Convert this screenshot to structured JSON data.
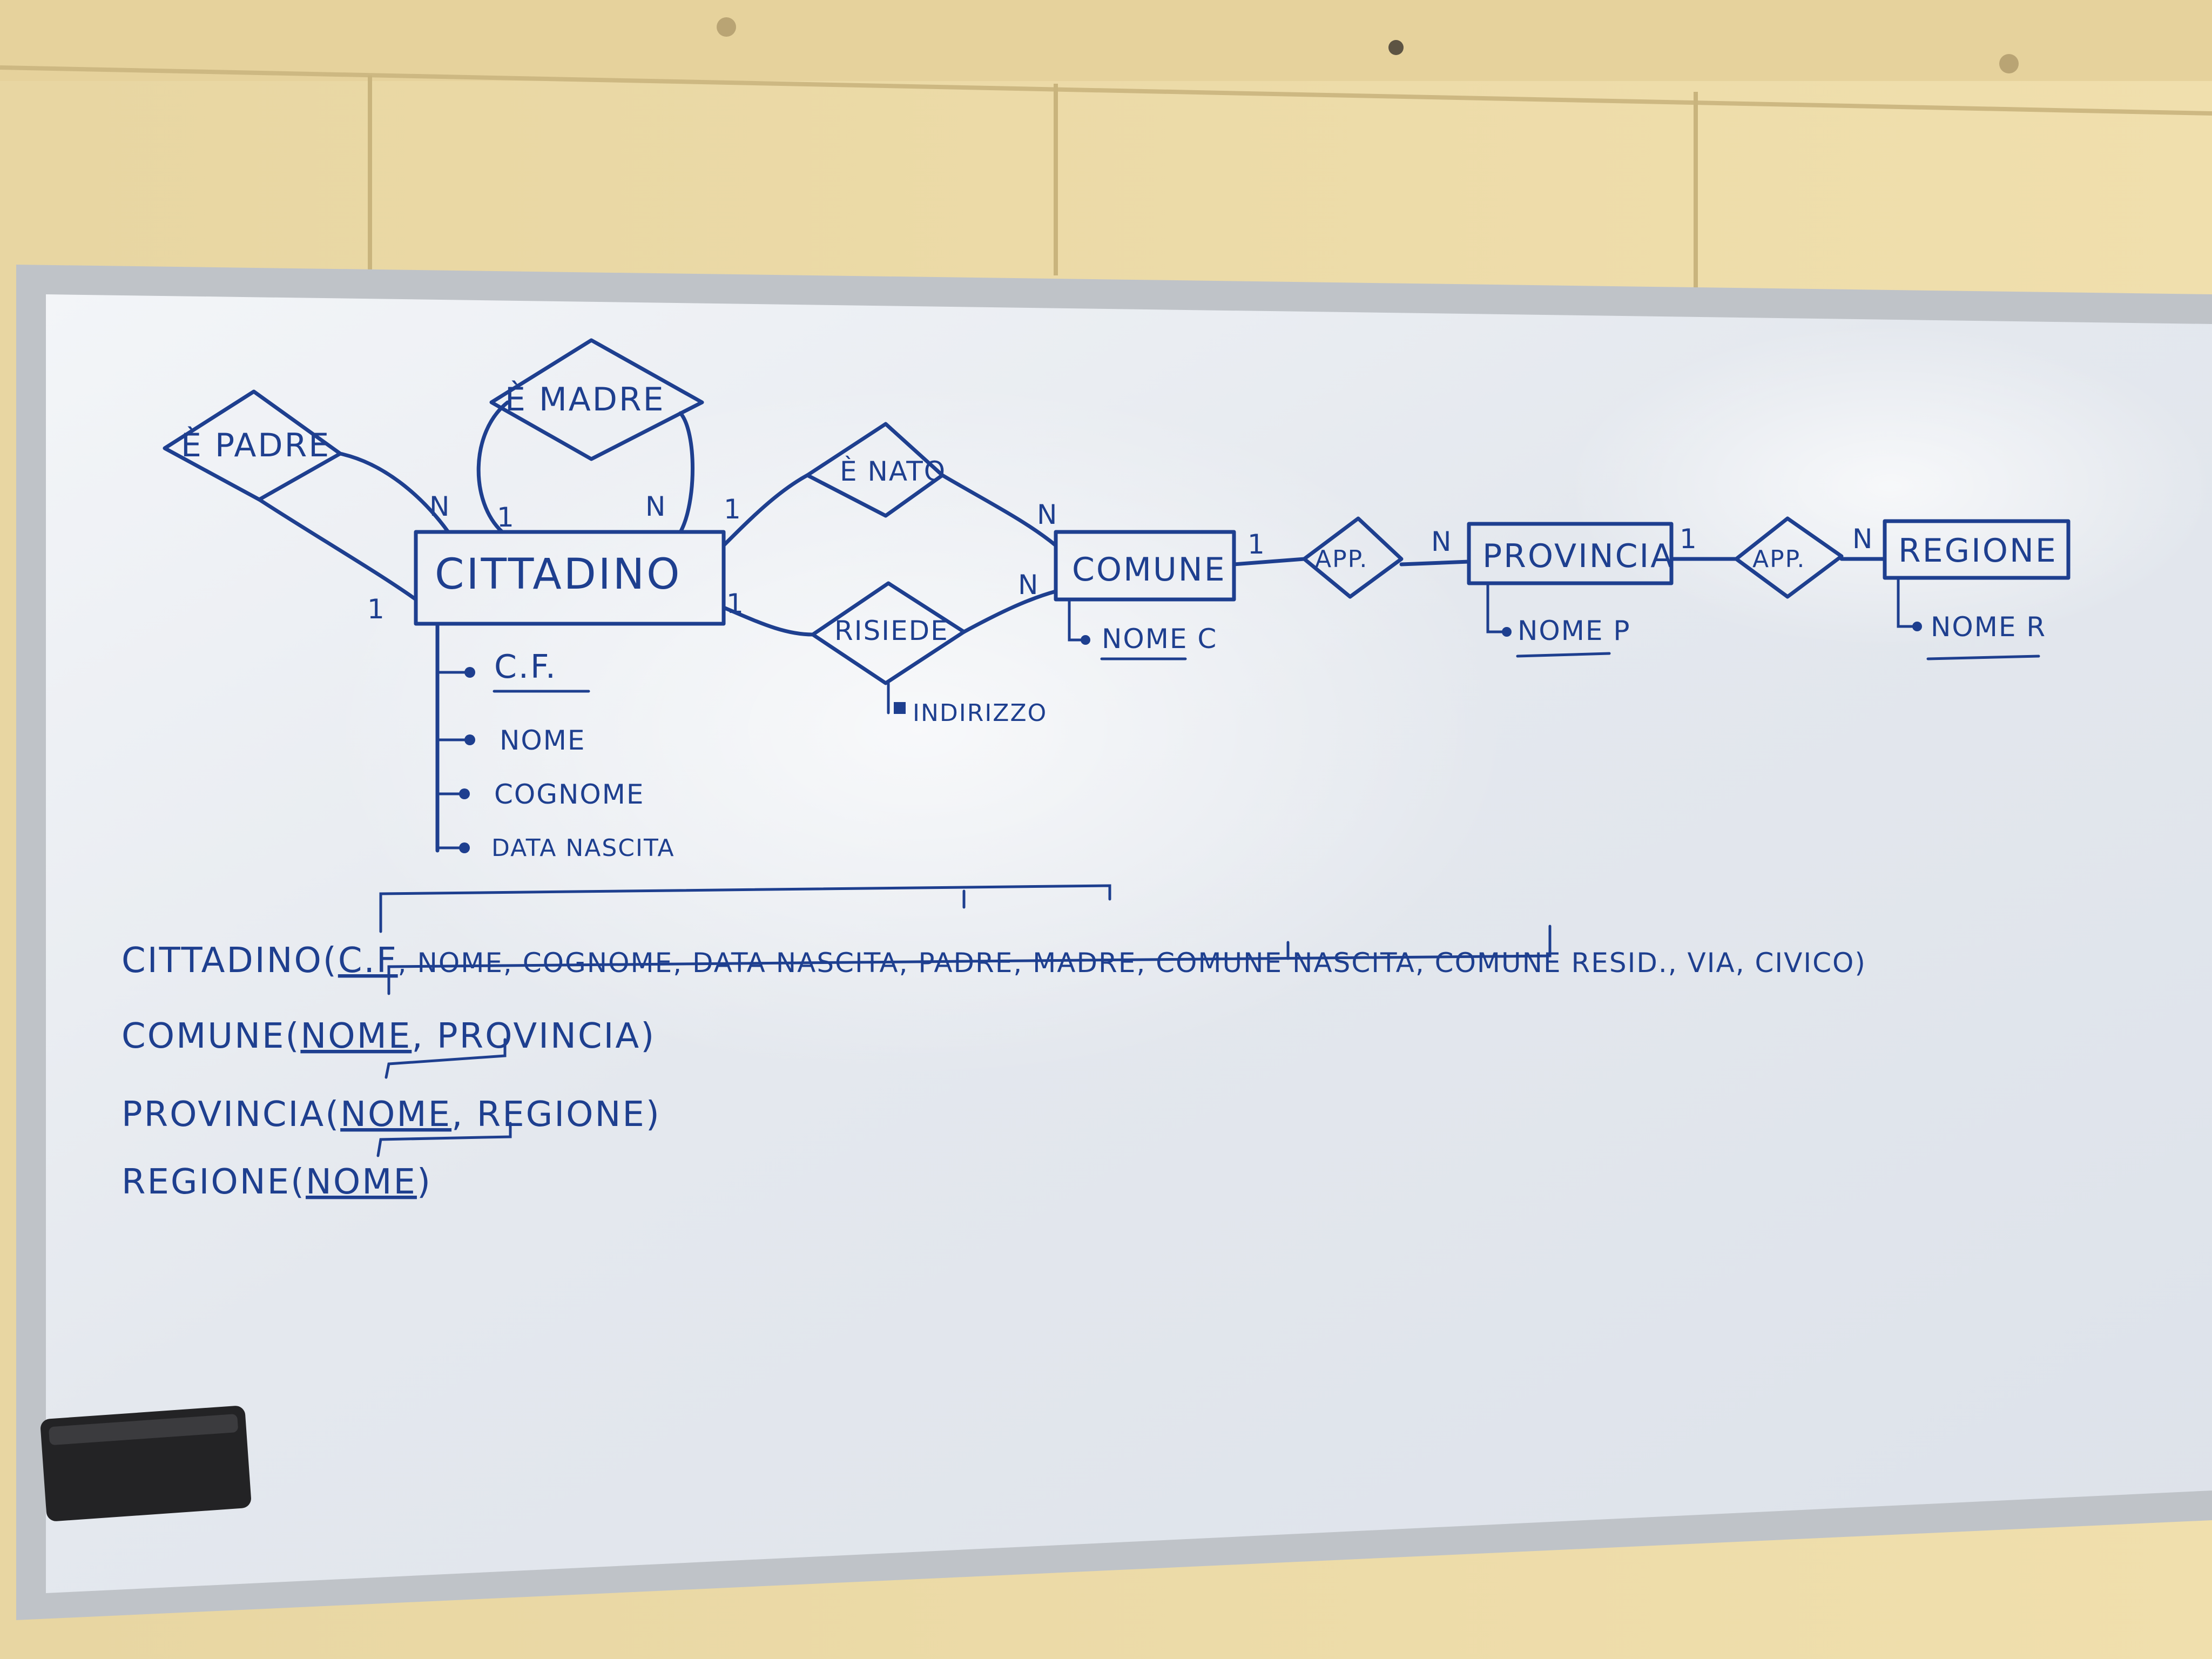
{
  "whiteboard": {
    "er_diagram": {
      "entities": {
        "cittadino": "CITTADINO",
        "comune": "COMUNE",
        "provincia": "PROVINCIA",
        "regione": "REGIONE"
      },
      "relationships": {
        "e_padre": "È PADRE",
        "e_madre": "È MADRE",
        "e_nato": "È NATO",
        "risiede": "RISIEDE",
        "app_comune_provincia": "APP.",
        "app_provincia_regione": "APP."
      },
      "cardinalities": {
        "padre_to_cittadino_n": "N",
        "padre_to_cittadino_1": "1",
        "madre_1": "1",
        "madre_n": "N",
        "nato_cittadino_1": "1",
        "nato_comune_n": "N",
        "risiede_cittadino_1": "1",
        "risiede_comune_n": "N",
        "comune_app_1": "1",
        "app_provincia_n": "N",
        "provincia_app_1": "1",
        "app_regione_n": "N"
      },
      "attributes": {
        "cittadino": [
          "C.F.",
          "NOME",
          "COGNOME",
          "DATA NASCITA"
        ],
        "risiede": "INDIRIZZO",
        "comune": "NOME C",
        "provincia": "NOME P",
        "regione": "NOME R"
      }
    },
    "relational_schema": {
      "cittadino": {
        "name": "CITTADINO(",
        "key": "C.F",
        "rest": ", NOME, COGNOME, DATA NASCITA, PADRE, MADRE, COMUNE NASCITA, COMUNE RESID., VIA, CIVICO)"
      },
      "comune": {
        "name": "COMUNE(",
        "key": "NOME",
        "rest": ", PROVINCIA)"
      },
      "provincia": {
        "name": "PROVINCIA(",
        "key": "NOME",
        "rest": ", REGIONE)"
      },
      "regione": {
        "name": "REGIONE(",
        "key": "NOME",
        "rest": ")"
      }
    }
  }
}
